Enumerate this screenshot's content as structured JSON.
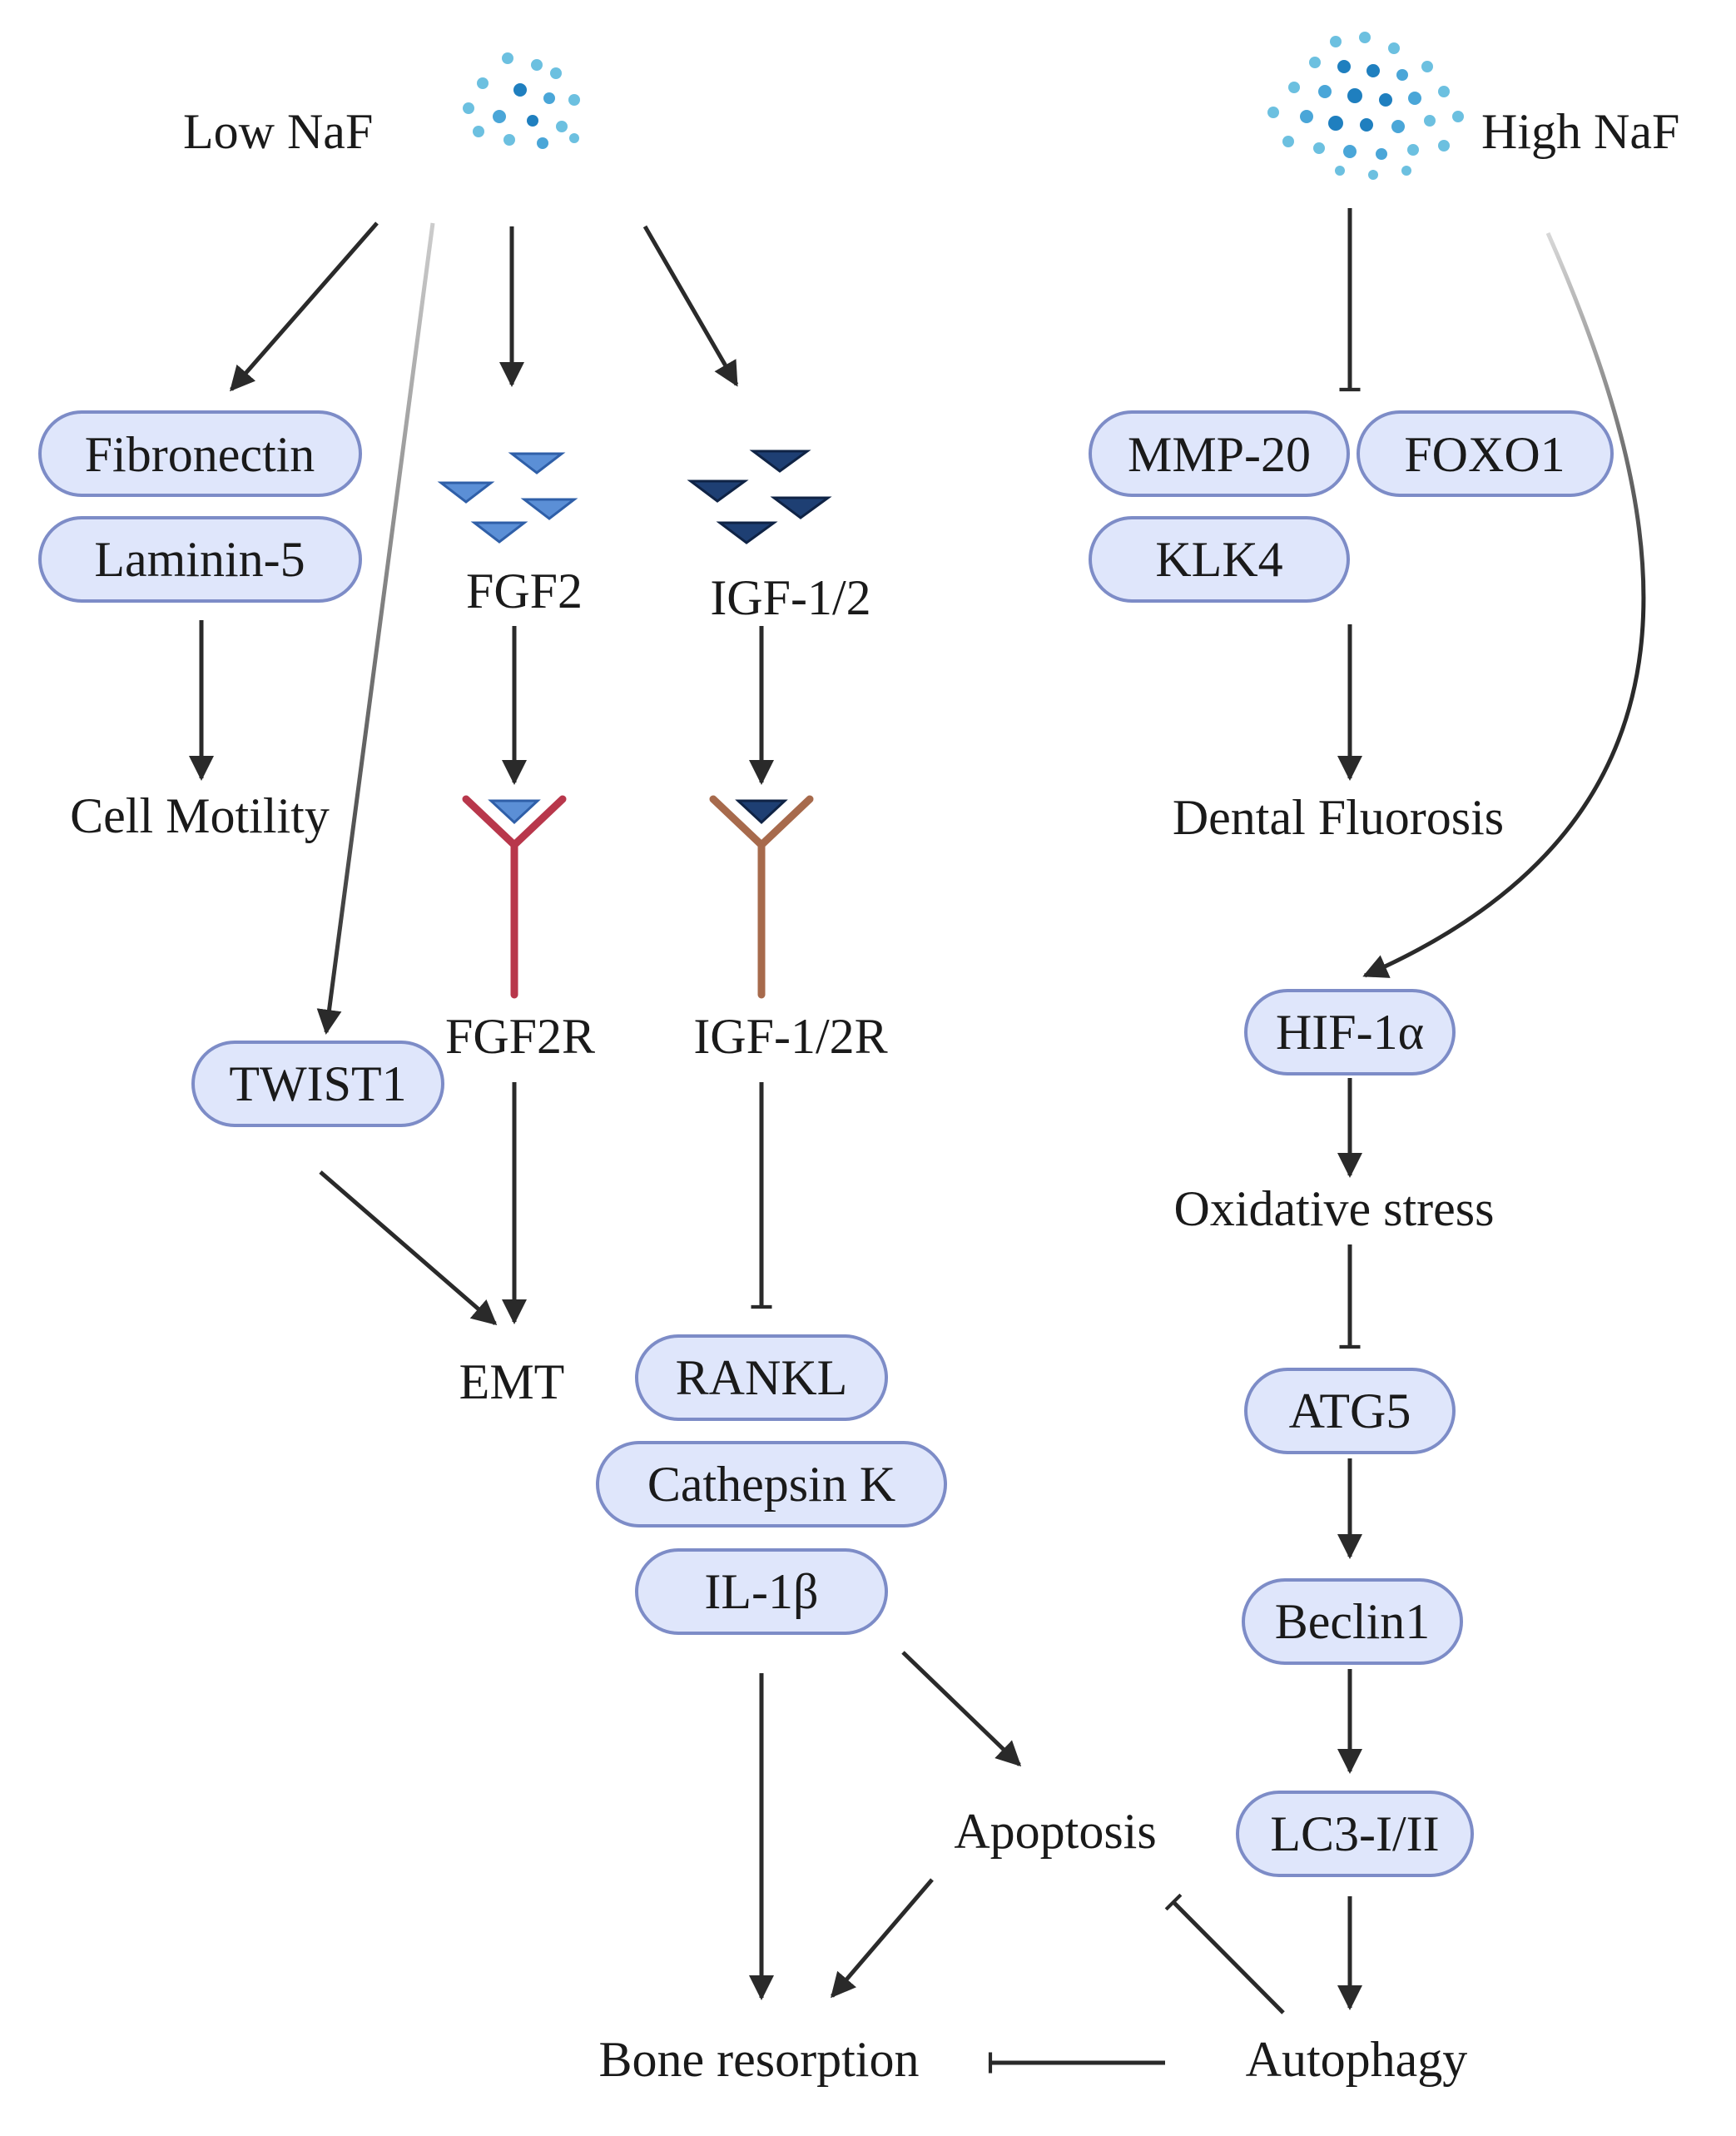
{
  "sources": {
    "low": "Low NaF",
    "high": "High NaF"
  },
  "nodes": {
    "fibronectin": "Fibronectin",
    "laminin5": "Laminin-5",
    "cell_motility": "Cell Motility",
    "fgf2": "FGF2",
    "fgf2r": "FGF2R",
    "igf12": "IGF-1/2",
    "igf12r": "IGF-1/2R",
    "twist1": "TWIST1",
    "emt": "EMT",
    "rankl": "RANKL",
    "cathepsin_k": "Cathepsin K",
    "il1b": "IL-1β",
    "apoptosis": "Apoptosis",
    "bone_resorption": "Bone resorption",
    "mmp20": "MMP-20",
    "foxo1": "FOXO1",
    "klk4": "KLK4",
    "dental_fluorosis": "Dental Fluorosis",
    "hif1a": "HIF-1α",
    "oxidative_stress": "Oxidative stress",
    "atg5": "ATG5",
    "beclin1": "Beclin1",
    "lc3": "LC3-I/II",
    "autophagy": "Autophagy"
  },
  "colors": {
    "pill_fill": "#dfe6fb",
    "pill_stroke": "#7d8cc7",
    "fgf2_ligand": "#5b8fd6",
    "igf_ligand": "#1e3f73",
    "fgf2_receptor": "#b8374b",
    "igf_receptor": "#a76a4c",
    "dots_light": "#6cc0e0",
    "dots_dark": "#1f7fbf"
  }
}
